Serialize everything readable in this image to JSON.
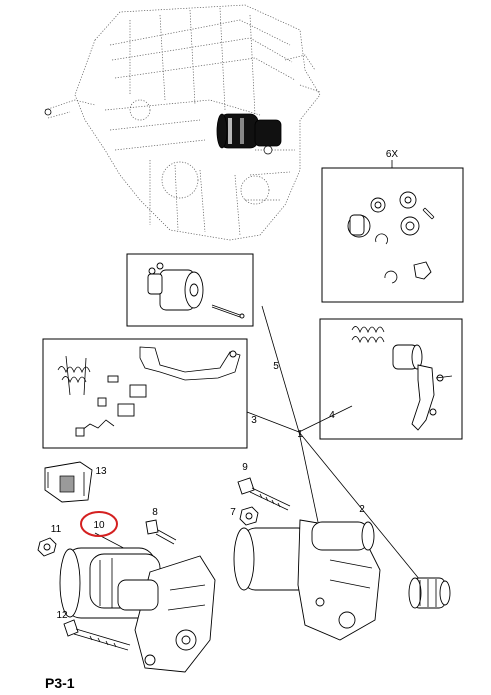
{
  "diagram": {
    "page_code": "P3-1",
    "callouts": {
      "c1": "1",
      "c2": "2",
      "c3": "3",
      "c4": "4",
      "c5": "5",
      "c6x": "6X",
      "c7": "7",
      "c8": "8",
      "c9": "9",
      "c10": "10",
      "c11": "11",
      "c12": "12",
      "c13": "13"
    },
    "highlight_color": "#d42020"
  }
}
